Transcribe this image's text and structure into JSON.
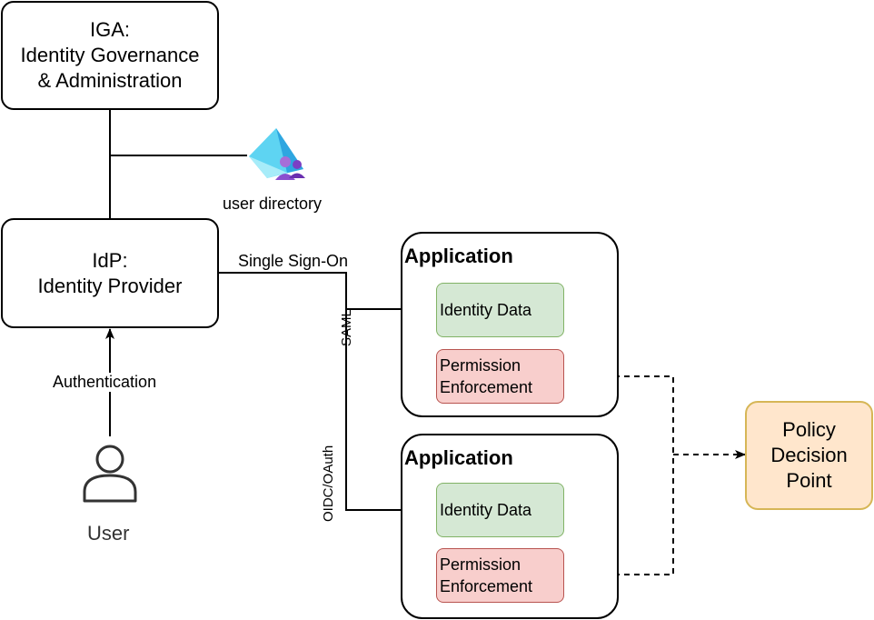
{
  "iga": {
    "line1": "IGA:",
    "line2": "Identity Governance",
    "line3": "& Administration"
  },
  "directory": {
    "label": "user directory",
    "icon": "user-directory-icon"
  },
  "idp": {
    "line1": "IdP:",
    "line2": "Identity Provider"
  },
  "edges": {
    "authentication": "Authentication",
    "sso": "Single Sign-On",
    "saml": "SAML",
    "oidc": "OIDC/OAuth"
  },
  "user": {
    "label": "User",
    "icon": "user-icon"
  },
  "applications": [
    {
      "title": "Application",
      "identity": "Identity Data",
      "perm1": "Permission",
      "perm2": "Enforcement"
    },
    {
      "title": "Application",
      "identity": "Identity Data",
      "perm1": "Permission",
      "perm2": "Enforcement"
    }
  ],
  "pdp": {
    "line1": "Policy",
    "line2": "Decision",
    "line3": "Point"
  },
  "colors": {
    "identity_fill": "#d5e8d4",
    "identity_border": "#82b366",
    "permission_fill": "#f8cecc",
    "permission_border": "#b85450",
    "pdp_fill": "#ffe6cc",
    "pdp_border": "#d6b656"
  }
}
